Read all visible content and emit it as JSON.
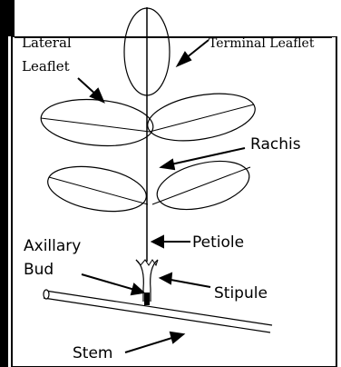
{
  "diagram": {
    "labels": {
      "lateral_leaflet_line1": "Lateral",
      "lateral_leaflet_line2": "Leaflet",
      "terminal_leaflet": "Terminal Leaflet",
      "rachis": "Rachis",
      "axillary_bud_line1": "Axillary",
      "axillary_bud_line2": "Bud",
      "petiole": "Petiole",
      "stipule": "Stipule",
      "stem": "Stem"
    },
    "colors": {
      "frame": "#000000",
      "background": "#ffffff",
      "line": "#000000"
    }
  }
}
